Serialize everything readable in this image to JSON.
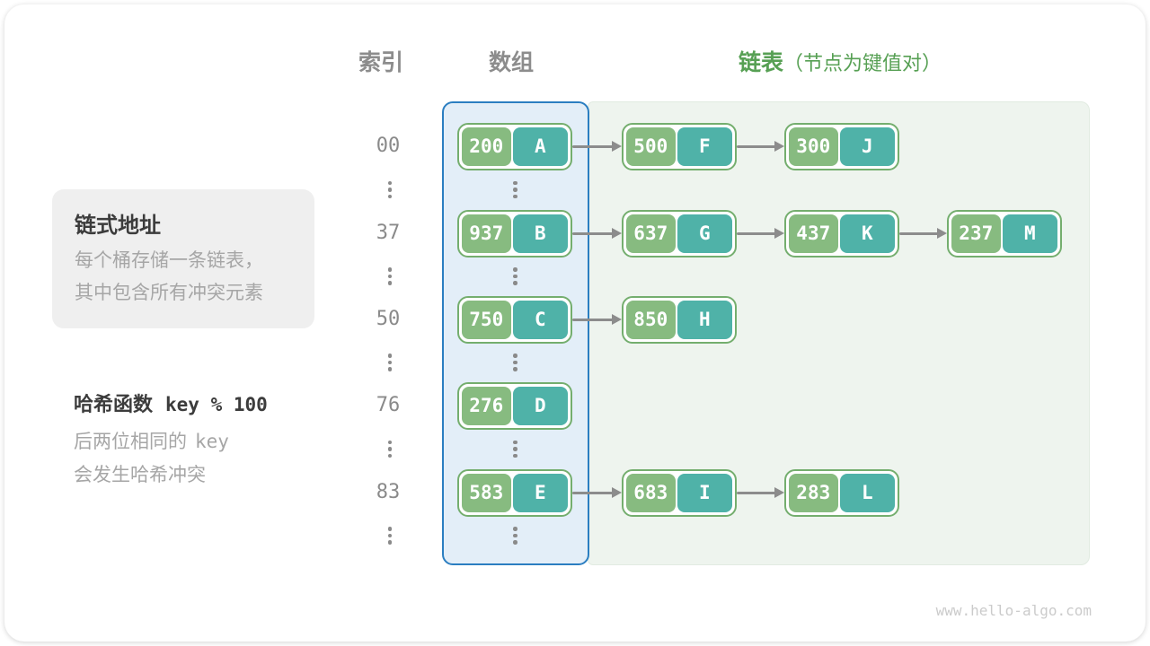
{
  "headers": {
    "index": "索引",
    "array": "数组",
    "list": "链表",
    "list_note": "（节点为键值对）"
  },
  "info_box": {
    "title": "链式地址",
    "line1": "每个桶存储一条链表，",
    "line2": "其中包含所有冲突元素"
  },
  "hash_note": {
    "label": "哈希函数",
    "code": "key % 100",
    "desc1_text": "后两位相同的",
    "desc1_code": "key",
    "desc2": "会发生哈希冲突"
  },
  "watermark": "www.hello-algo.com",
  "colors": {
    "key_cell": "#87BB80",
    "val_cell": "#4FB2A8",
    "node_border": "#74AE6E",
    "blue_border": "#2B7EC1",
    "blue_bg": "#E3EEF8",
    "green_bg": "#EEF4EE",
    "green_bg_border": "#E1EBE1",
    "header_green": "#57A054",
    "gray_header": "#8C8C8C",
    "gray_text": "#8A8A8A",
    "dark_text": "#3C3C3C",
    "muted_text": "#A6A6A6",
    "arrow": "#8C8C8C",
    "panel_bg": "#EFEFEF",
    "watermark": "#CBCBCB"
  },
  "diagram": {
    "rows": [
      {
        "index": "00",
        "bucket": {
          "key": "200",
          "val": "A"
        },
        "chain": [
          {
            "key": "500",
            "val": "F"
          },
          {
            "key": "300",
            "val": "J"
          }
        ]
      },
      {
        "index": "37",
        "bucket": {
          "key": "937",
          "val": "B"
        },
        "chain": [
          {
            "key": "637",
            "val": "G"
          },
          {
            "key": "437",
            "val": "K"
          },
          {
            "key": "237",
            "val": "M"
          }
        ]
      },
      {
        "index": "50",
        "bucket": {
          "key": "750",
          "val": "C"
        },
        "chain": [
          {
            "key": "850",
            "val": "H"
          }
        ]
      },
      {
        "index": "76",
        "bucket": {
          "key": "276",
          "val": "D"
        },
        "chain": []
      },
      {
        "index": "83",
        "bucket": {
          "key": "583",
          "val": "E"
        },
        "chain": [
          {
            "key": "683",
            "val": "I"
          },
          {
            "key": "283",
            "val": "L"
          }
        ]
      }
    ]
  }
}
